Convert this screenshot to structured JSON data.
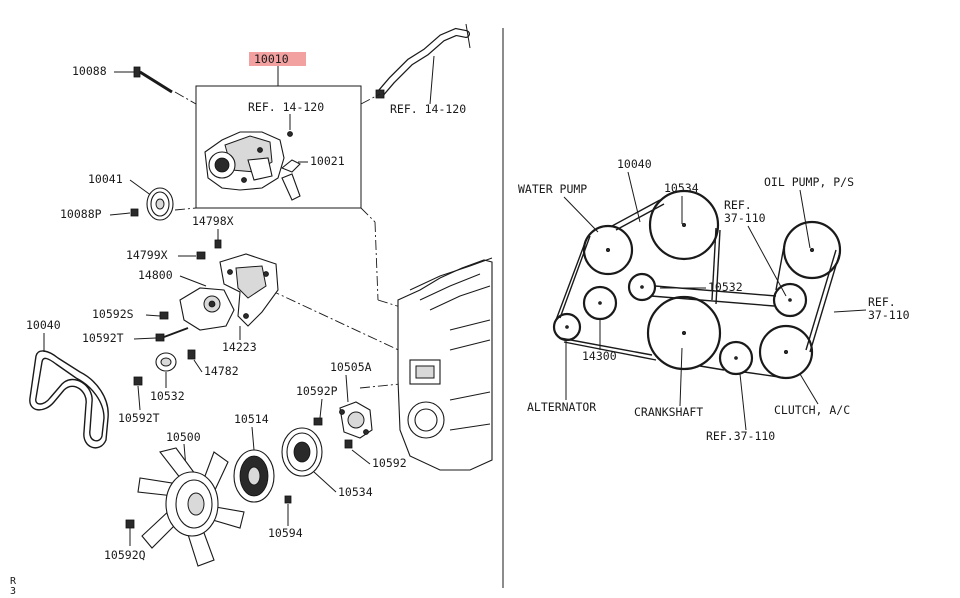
{
  "labels": {
    "highlight": "10010",
    "p10088": "10088",
    "p10041": "10041",
    "p10088p": "10088P",
    "ref_14_120_a": "REF. 14-120",
    "ref_14_120_b": "REF. 14-120",
    "p10021": "10021",
    "p14798x": "14798X",
    "p14799x": "14799X",
    "p14800": "14800",
    "p10592s": "10592S",
    "p10592t_a": "10592T",
    "p10040": "10040",
    "p14223": "14223",
    "p14782": "14782",
    "p10532": "10532",
    "p10592t_b": "10592T",
    "p10505a": "10505A",
    "p10592p": "10592P",
    "p10514": "10514",
    "p10500": "10500",
    "p10592": "10592",
    "p10534": "10534",
    "p10594": "10594",
    "p10592q": "10592Q",
    "corner_mark": "R\n3"
  },
  "belt_diagram": {
    "p10040": "10040",
    "water_pump": "WATER PUMP",
    "p10534": "10534",
    "oil_pump": "OIL PUMP, P/S",
    "ref_37_110_a": "REF.",
    "ref_37_110_a2": "37-110",
    "p10532": "10532",
    "ref_37_110_b": "REF.",
    "ref_37_110_b2": "37-110",
    "p14300": "14300",
    "alternator": "ALTERNATOR",
    "crankshaft": "CRANKSHAFT",
    "clutch_ac": "CLUTCH, A/C",
    "ref_37_110_c": "REF.37-110"
  },
  "colors": {
    "highlight_bg": "#f2a0a0",
    "ink": "#1a1a1a"
  }
}
